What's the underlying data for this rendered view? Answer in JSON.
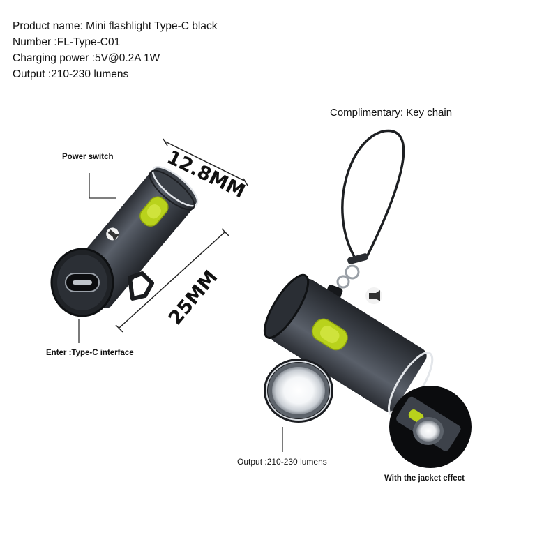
{
  "specs": {
    "product_name": "Product name: Mini flashlight Type-C black",
    "number": "Number :FL-Type-C01",
    "charging_power": "Charging power :5V@0.2A 1W",
    "output": "Output :210-230 lumens"
  },
  "labels": {
    "power_switch": "Power switch",
    "enter_interface": "Enter :Type-C interface",
    "complimentary": "Complimentary: Key chain",
    "output_lumens": "Output :210-230 lumens",
    "jacket_effect": "With the jacket effect"
  },
  "dimensions": {
    "width": "12.8MM",
    "length": "25MM"
  },
  "colors": {
    "body": "#4a4f57",
    "switch": "#b9d21c",
    "rim": "#d9dde2"
  }
}
